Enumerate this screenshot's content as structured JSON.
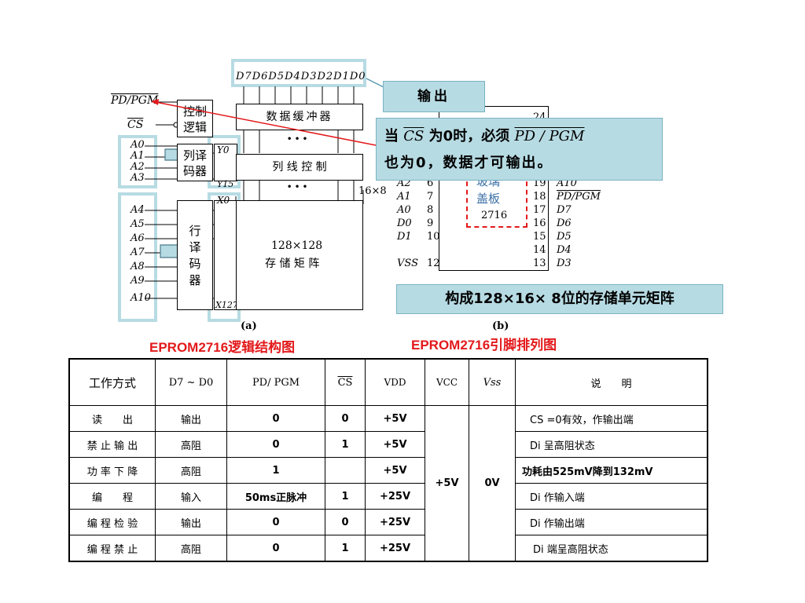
{
  "diagram_a": {
    "data_pins": "D7D6D5D4D3D2D1D0",
    "pd_pgm": "PD/PGM",
    "cs": "CS",
    "control_logic": "控制\n逻辑",
    "data_buffer": "数据缓冲器",
    "dots": "• • •",
    "col_decoder": "列译\n码器",
    "y0": "Y0",
    "y15": "Y15",
    "col_control": "列 线 控 制",
    "size_16x8": "16×8",
    "x0": "X0",
    "x127": "X127",
    "row_decoder": "行\n译\n码\n器",
    "matrix_line1": "128×128",
    "matrix_line2": "存 储 矩 阵",
    "addr_left_top": [
      "A0",
      "A1",
      "A2",
      "A3"
    ],
    "addr_left_bottom": [
      "A4",
      "A5",
      "A6",
      "A7",
      "A8",
      "A9",
      "A10"
    ],
    "label": "(a)",
    "caption": "EPROM2716逻辑结构图"
  },
  "diagram_b": {
    "left_pins": [
      [
        "A2",
        "6"
      ],
      [
        "A1",
        "7"
      ],
      [
        "A0",
        "8"
      ],
      [
        "D0",
        "9"
      ],
      [
        "D1",
        "10"
      ],
      [
        "VSS",
        "12"
      ]
    ],
    "right_pins": [
      [
        "19",
        "A10"
      ],
      [
        "18",
        "PD/PGM"
      ],
      [
        "17",
        "D7"
      ],
      [
        "16",
        "D6"
      ],
      [
        "15",
        "D5"
      ],
      [
        "14",
        "D4"
      ],
      [
        "13",
        "D3"
      ]
    ],
    "pin24": "24",
    "chip_name": "2716",
    "window_text": "玻璃\n盖板",
    "label": "(b)",
    "caption": "EPROM2716引脚排列图"
  },
  "callouts": {
    "output": "输出",
    "condition_1": "当",
    "condition_cs": "CS",
    "condition_2": "为0时，必须",
    "condition_pd": "PD / PGM",
    "condition_3": "也为0，数据才可输出。",
    "matrix_note": "构成128×16× 8位的存储单元矩阵"
  },
  "table": {
    "headers": [
      "工作方式",
      "D7 ~ D0",
      "PD/ PGM",
      "CS",
      "VDD",
      "VCC",
      "Vss",
      "说　　明"
    ],
    "rows": [
      [
        "读　　出",
        "输出",
        "0",
        "0",
        "+5V",
        "CS =0有效，作输出端"
      ],
      [
        "禁 止 输 出",
        "高阻",
        "0",
        "1",
        "+5V",
        "Di 呈高阻状态"
      ],
      [
        "功 率 下 降",
        "高阻",
        "1",
        "",
        "+5V",
        "功耗由525mV降到132mV"
      ],
      [
        "编　　程",
        "输入",
        "50ms正脉冲",
        "1",
        "+25V",
        "Di 作输入端"
      ],
      [
        "编 程 检 验",
        "输出",
        "0",
        "0",
        "+25V",
        "Di 作输出端"
      ],
      [
        "编 程 禁 止",
        "高阻",
        "0",
        "1",
        "+25V",
        "Di 端呈高阻状态"
      ]
    ],
    "vcc_merged": "+5V",
    "vss_merged": "0V"
  }
}
